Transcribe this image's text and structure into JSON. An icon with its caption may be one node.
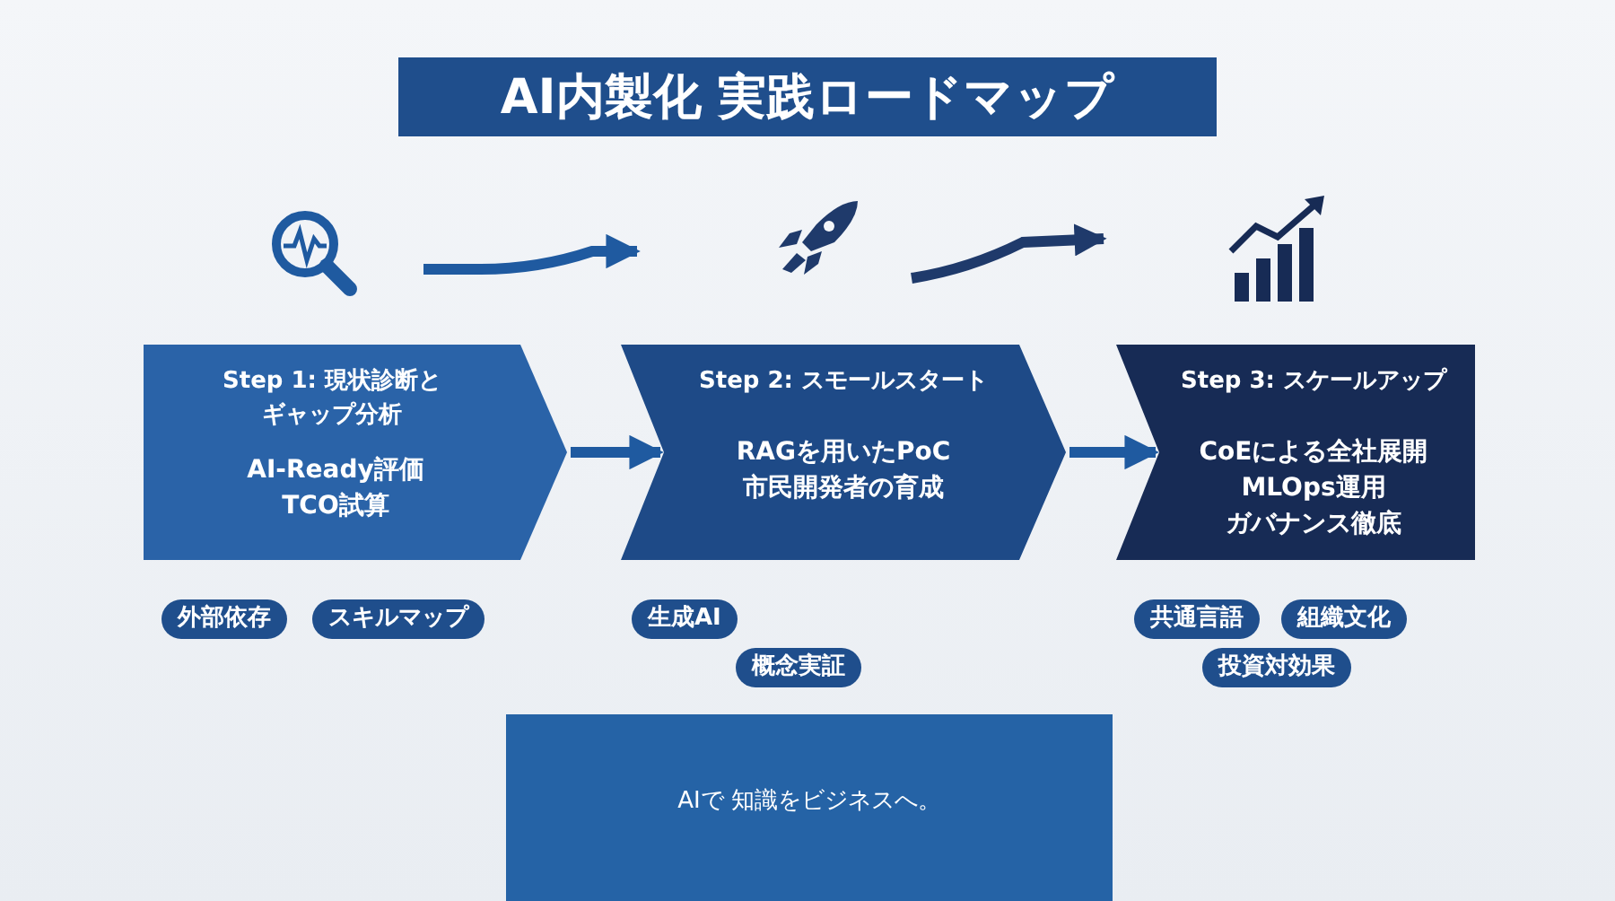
{
  "diagram": {
    "title": "AI内製化 実践ロードマップ",
    "nodes": [
      {
        "text": [
          "Step 1: 現状診断とギャップ分析",
          "AI-Ready評価",
          "TCO試算"
        ]
      },
      {
        "text": [
          "Step 2: スモールスタート",
          "RAGを用いたPoC",
          "市民開発者の育成"
        ]
      },
      {
        "text": [
          "Step 3: スケールアップ",
          "CoEによる全社展開",
          "MLOps運用",
          "ガバナンス徹底"
        ]
      },
      {
        "text": [
          "外部依存"
        ]
      },
      {
        "text": [
          "スキルマップ"
        ]
      },
      {
        "text": [
          "生成AI"
        ]
      },
      {
        "text": [
          "概念実証"
        ]
      },
      {
        "text": [
          "共通言語"
        ]
      },
      {
        "text": [
          "組織文化"
        ]
      },
      {
        "text": [
          "投資対効果"
        ]
      },
      {
        "text": [
          "AIで 知識をビジネスへ。"
        ]
      }
    ],
    "edges": [
      {
        "from": 0,
        "to": 1,
        "arrow": "to"
      },
      {
        "from": 1,
        "to": 2,
        "arrow": "to"
      }
    ]
  }
}
